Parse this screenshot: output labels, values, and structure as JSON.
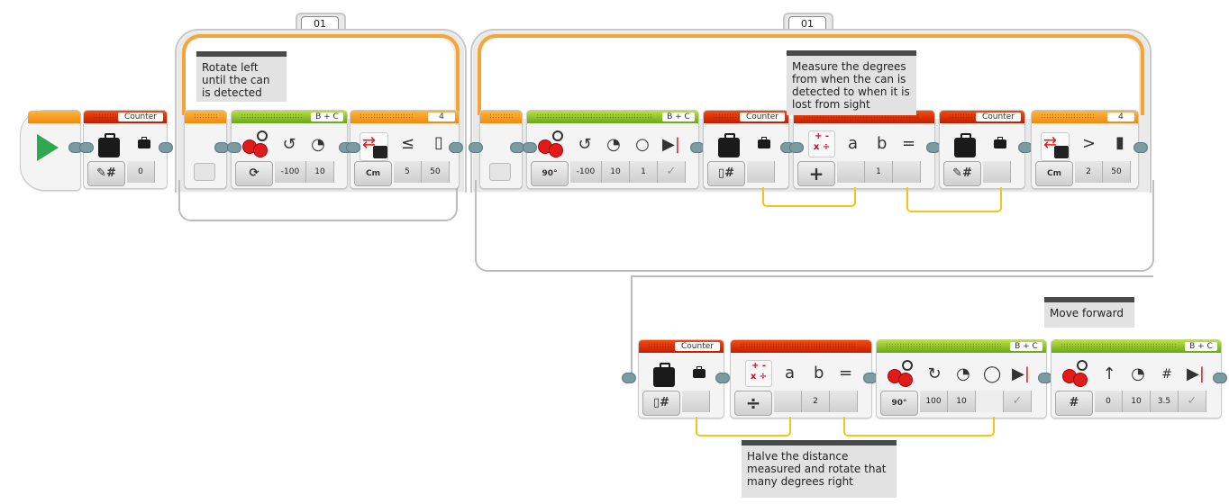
{
  "loops": [
    {
      "name": "loop-1",
      "label": "01"
    },
    {
      "name": "loop-2",
      "label": "01"
    }
  ],
  "blocks": {
    "start": {
      "icon": "play-icon"
    },
    "var1": {
      "name": "Counter",
      "mode": "write-number",
      "value": "0"
    },
    "move1": {
      "ports": "B + C",
      "mode": "on",
      "steering": "-100",
      "power": "10"
    },
    "loopend1": {
      "interrupt": "4",
      "comparison": "≤",
      "threshold": "5",
      "port": "50",
      "mode": "Cm"
    },
    "move2": {
      "ports": "B + C",
      "mode": "degrees",
      "steering": "-100",
      "power": "10",
      "degrees": "1",
      "brake": "✓"
    },
    "var2": {
      "name": "Counter",
      "mode": "read-number"
    },
    "math1": {
      "mode": "add",
      "a_label": "a",
      "b_label": "b",
      "eq_label": "=",
      "b_value": "1"
    },
    "var3": {
      "name": "Counter",
      "mode": "write-number"
    },
    "loopend2": {
      "interrupt": "4",
      "comparison": ">",
      "threshold": "2",
      "port": "50",
      "mode": "Cm"
    },
    "var4": {
      "name": "Counter",
      "mode": "read-number"
    },
    "math2": {
      "mode": "divide",
      "a_label": "a",
      "b_label": "b",
      "eq_label": "=",
      "b_value": "2"
    },
    "move3": {
      "ports": "B + C",
      "mode": "degrees",
      "steering": "100",
      "power": "10",
      "brake": "✓"
    },
    "move4": {
      "ports": "B + C",
      "mode": "rotations",
      "steering": "0",
      "power": "10",
      "rotations": "3.5",
      "brake": "✓"
    }
  },
  "comments": {
    "c1": "Rotate left until the can is detected",
    "c2": "Measure the degrees from when the can is detected to when it is lost from sight",
    "c3": "Move forward",
    "c4": "Halve the distance measured and rotate that many degrees right"
  },
  "colors": {
    "action": "#6aa51e",
    "data": "#c41d00",
    "flow": "#f08a10",
    "wire": "#f2c618"
  }
}
